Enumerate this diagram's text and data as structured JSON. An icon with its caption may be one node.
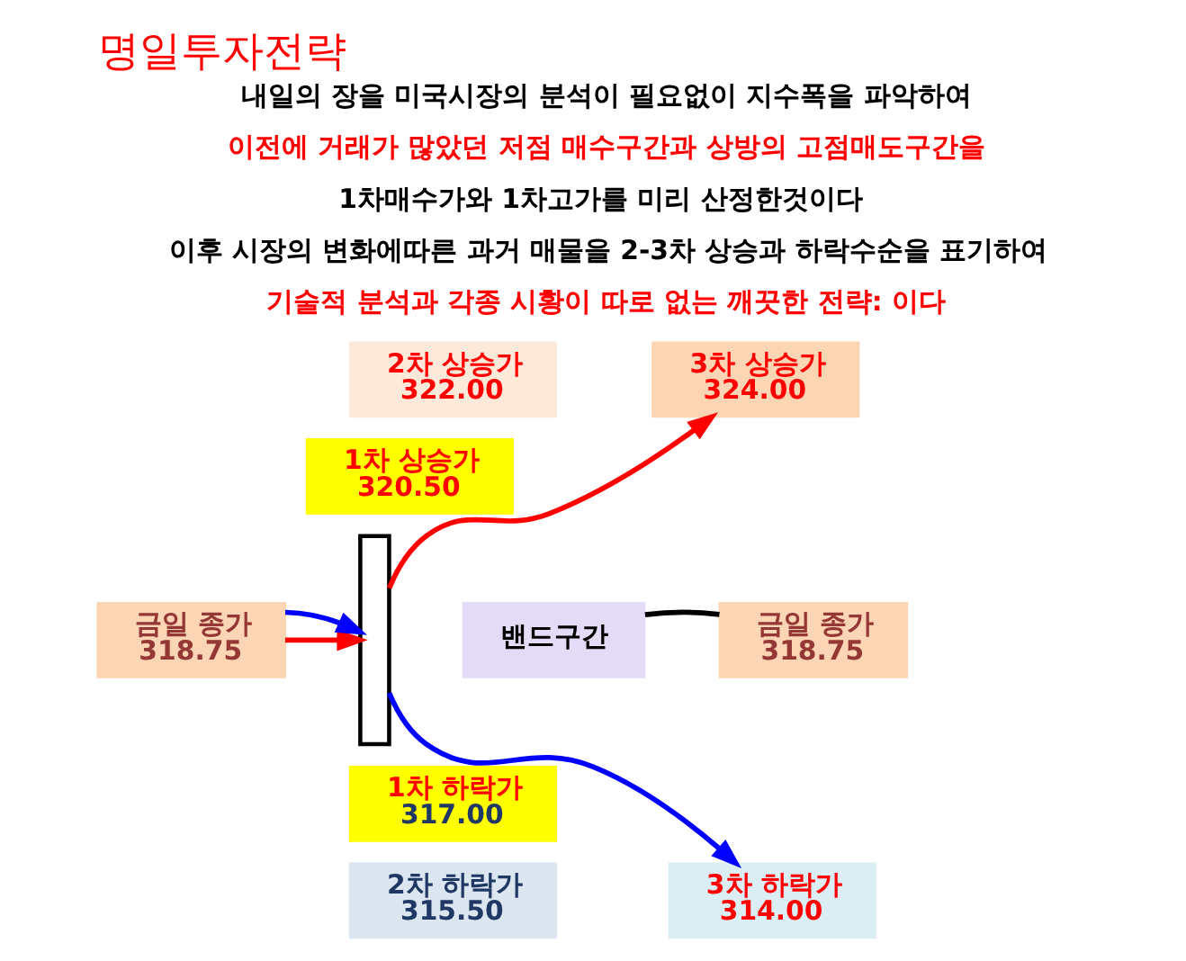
{
  "diagram": {
    "title": "명일투자전략",
    "nodes": [
      {
        "text": [
          "3차 상승가",
          "324.00"
        ]
      },
      {
        "text": [
          "2차 상승가",
          "322.00"
        ]
      },
      {
        "text": [
          "1차 상승가",
          "320.50"
        ]
      },
      {
        "text": [],
        "shape": "bar"
      },
      {
        "text": [
          "금일 종가",
          "318.75"
        ]
      },
      {
        "text": [
          "밴드구간"
        ]
      },
      {
        "text": [
          "금일 종가",
          "318.75"
        ]
      },
      {
        "text": [
          "1차 하락가",
          "317.00"
        ]
      },
      {
        "text": [
          "2차 하락가",
          "315.50"
        ]
      },
      {
        "text": [
          "3차 하락가",
          "314.00"
        ]
      }
    ],
    "edges": [
      {
        "from": 4,
        "to": 3,
        "arrow": "to",
        "color": "#ff0000"
      },
      {
        "from": 3,
        "to": 0,
        "arrow": "to",
        "color": "#ff0000"
      },
      {
        "from": 4,
        "to": 3,
        "arrow": "to",
        "color": "#0000ff"
      },
      {
        "from": 3,
        "to": 9,
        "arrow": "to",
        "color": "#0000ff"
      },
      {
        "from": 5,
        "to": 6,
        "arrow": "none",
        "color": "#000000"
      }
    ],
    "labels": [
      "내일의 장을 미국시장의 분석이 필요없이 지수폭을 파악하여",
      "이전에 거래가 많았던 저점 매수구간과 상방의 고점매도구간을",
      "1차매수가와 1차고가를 미리 산정한것이다",
      "이후 시장의 변화에따른 과거 매물을 2-3차 상승과 하락수순을 표기하여",
      "기술적 분석과 각종 시황이 따로 없는 깨끗한 전략: 이다"
    ]
  }
}
